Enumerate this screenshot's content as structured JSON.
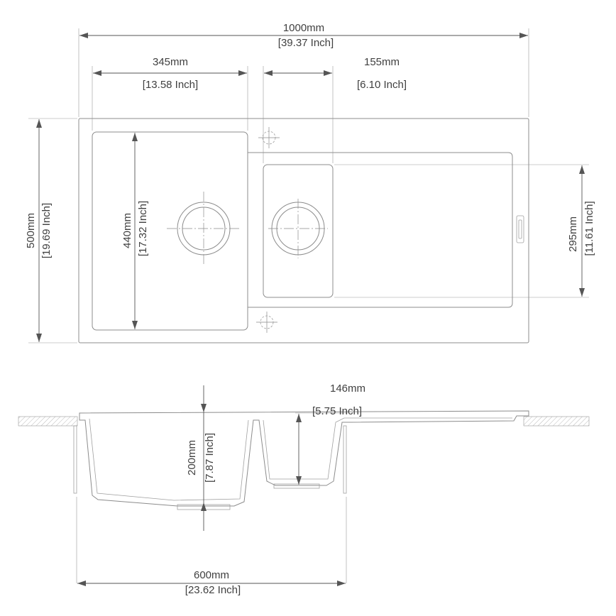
{
  "top_view": {
    "overall_width": {
      "mm": "1000mm",
      "inch": "[39.37 Inch]"
    },
    "main_bowl_width": {
      "mm": "345mm",
      "inch": "[13.58 Inch]"
    },
    "small_bowl_width": {
      "mm": "155mm",
      "inch": "[6.10 Inch]"
    },
    "overall_depth": {
      "mm": "500mm",
      "inch": "[19.69 Inch]"
    },
    "main_bowl_depth": {
      "mm": "440mm",
      "inch": "[17.32 Inch]"
    },
    "small_bowl_depth": {
      "mm": "295mm",
      "inch": "[11.61 Inch]"
    }
  },
  "side_view": {
    "small_bowl_height": {
      "mm": "146mm",
      "inch": "[5.75 Inch]"
    },
    "main_bowl_height": {
      "mm": "200mm",
      "inch": "[7.87 Inch]"
    },
    "cabinet_width": {
      "mm": "600mm",
      "inch": "[23.62 Inch]"
    }
  }
}
